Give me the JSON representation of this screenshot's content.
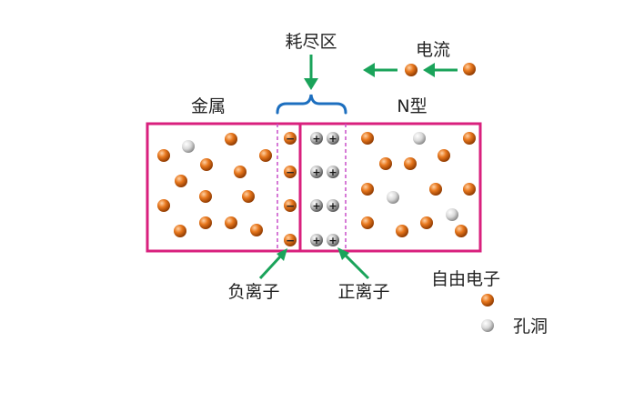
{
  "labels": {
    "depletion_region": "耗尽区",
    "current": "电流",
    "metal": "金属",
    "n_type": "N型",
    "negative_ion": "负离子",
    "positive_ion": "正离子",
    "free_electron": "自由电子",
    "hole": "孔洞"
  },
  "symbols": {
    "minus": "−",
    "plus": "+"
  },
  "colors": {
    "box_border": "#d9207d",
    "dashed_line": "#c84fc8",
    "arrow": "#1aa35a",
    "bracket": "#1d6fbf",
    "electron": "#e06a10",
    "hole": "#dddddd"
  },
  "icons": {
    "electron": "orange-sphere-icon",
    "hole": "white-sphere-icon",
    "negative_ion": "minus-sphere-icon",
    "positive_ion": "plus-sphere-icon",
    "arrow": "green-arrow-icon",
    "bracket": "curly-bracket-icon"
  }
}
